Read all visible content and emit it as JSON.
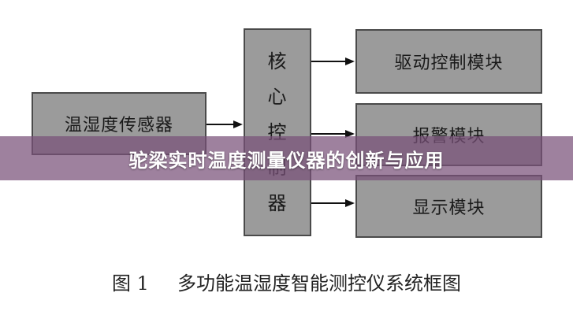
{
  "diagram": {
    "sensor_label": "温湿度传感器",
    "core_chars": [
      "核",
      "心",
      "控",
      "制",
      "器"
    ],
    "drive_label": "驱动控制模块",
    "alarm_label": "报警模块",
    "display_label": "显示模块"
  },
  "banner": {
    "title": "驼梁实时温度测量仪器的创新与应用"
  },
  "caption": {
    "figure_number": "图 1",
    "text": "多功能温湿度智能测控仪系统框图"
  },
  "colors": {
    "box_fill": "#9b9b9b",
    "box_border": "#4a4a4a",
    "banner_overlay": "#785078"
  }
}
